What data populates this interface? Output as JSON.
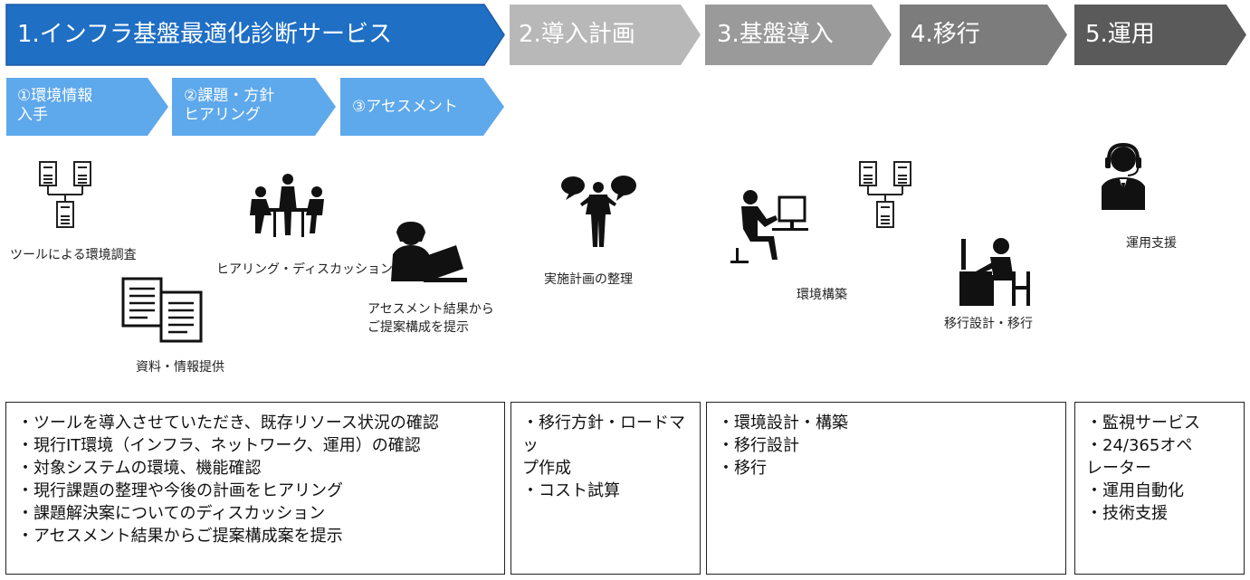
{
  "phases": [
    {
      "label": "1.インフラ基盤最適化診断サービス",
      "color": "#1f6fc4"
    },
    {
      "label": "2.導入計画",
      "color": "#b8b8b8"
    },
    {
      "label": "3.基盤導入",
      "color": "#9a9a9a"
    },
    {
      "label": "4.移行",
      "color": "#7c7c7c"
    },
    {
      "label": "5.運用",
      "color": "#5a5a5a"
    }
  ],
  "sub_steps": [
    {
      "label": "①環境情報\n 入手"
    },
    {
      "label": "②課題・方針\n ヒアリング"
    },
    {
      "label": "③アセスメント"
    }
  ],
  "sub_color": "#5ea8ec",
  "captions": {
    "tool_survey": "ツールによる環境調査",
    "documents": "資料・情報提供",
    "hearing": "ヒアリング・ディスカッション",
    "assessment": "アセスメント結果から\nご提案構成を提示",
    "plan": "実施計画の整理",
    "build": "環境構築",
    "migration": "移行設計・移行",
    "operation": "運用支援"
  },
  "boxes": [
    {
      "lines": [
        "・ツールを導入させていただき、既存リソース状況の確認",
        "・現行IT環境（インフラ、ネットワーク、運用）の確認",
        "・対象システムの環境、機能確認",
        "・現行課題の整理や今後の計画をヒアリング",
        "・課題解決案についてのディスカッション",
        "・アセスメント結果からご提案構成案を提示"
      ]
    },
    {
      "lines": [
        "・移行方針・ロードマッ",
        "プ作成",
        "・コスト試算"
      ]
    },
    {
      "lines": [
        "・環境設計・構築",
        "・移行設計",
        "・移行"
      ]
    },
    {
      "lines": [
        "・監視サービス",
        "・24/365オペ",
        "レーター",
        "・運用自動化",
        "・技術支援"
      ]
    }
  ],
  "icons": [
    "server-cluster-icon",
    "document-stack-icon",
    "meeting-icon",
    "laptop-user-icon",
    "speaker-icon",
    "desk-worker-icon",
    "server-cluster-icon",
    "operator-icon",
    "headset-operator-icon"
  ]
}
